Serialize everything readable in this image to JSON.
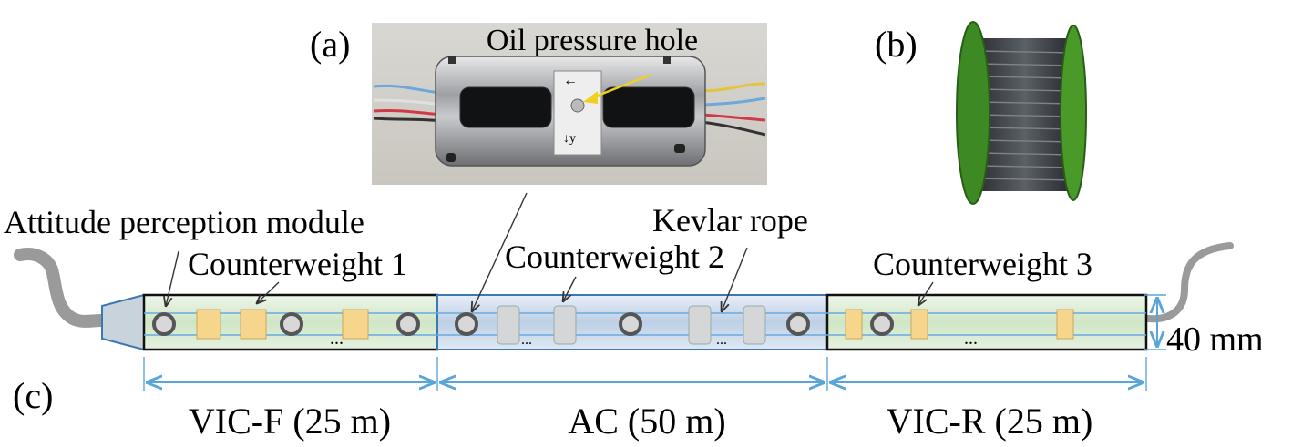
{
  "panels": {
    "a": "(a)",
    "b": "(b)",
    "c": "(c)"
  },
  "photo_a": {
    "label": "Oil pressure hole"
  },
  "labels": {
    "attitude_module": "Attitude perception module",
    "counterweight_1": "Counterweight 1",
    "counterweight_2": "Counterweight 2",
    "counterweight_3": "Counterweight 3",
    "kevlar_rope": "Kevlar rope",
    "diameter": "40 mm"
  },
  "sections": [
    {
      "name": "VIC-F (25 m)"
    },
    {
      "name": "AC (50 m)"
    },
    {
      "name": "VIC-R (25 m)"
    }
  ],
  "ellipsis": "...",
  "colors": {
    "vic_fill": "#dcecd4",
    "ac_fill": "#cfdced",
    "counterweight": "#f6d58c",
    "ac_block": "#d4d6d8",
    "dimension": "#5aa5d8",
    "cable": "#9a9a9a",
    "spool_flange": "#4a9a2a"
  }
}
